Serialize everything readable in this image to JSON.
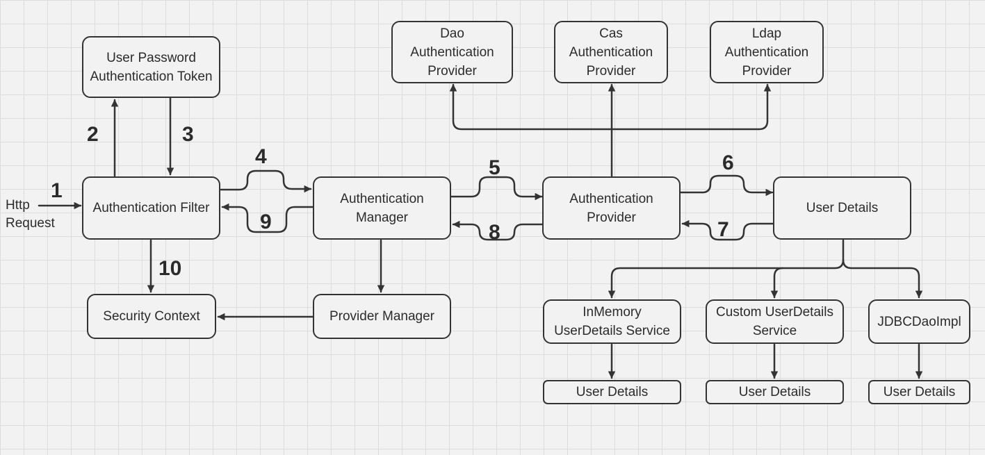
{
  "nodes": {
    "token": "User Password\nAuthentication Token",
    "filter": "Authentication Filter",
    "manager": "Authentication\nManager",
    "provider": "Authentication\nProvider",
    "user_details": "User Details",
    "dao": "Dao\nAuthentication\nProvider",
    "cas": "Cas\nAuthentication\nProvider",
    "ldap": "Ldap\nAuthentication\nProvider",
    "security_context": "Security Context",
    "provider_manager": "Provider Manager",
    "inmemory": "InMemory\nUserDetails Service",
    "custom": "Custom UserDetails\nService",
    "jdbc": "JDBCDaoImpl",
    "ud1": "User Details",
    "ud2": "User Details",
    "ud3": "User Details"
  },
  "http_request": "Http\nRequest",
  "steps": [
    "1",
    "2",
    "3",
    "4",
    "5",
    "6",
    "7",
    "8",
    "9",
    "10"
  ]
}
